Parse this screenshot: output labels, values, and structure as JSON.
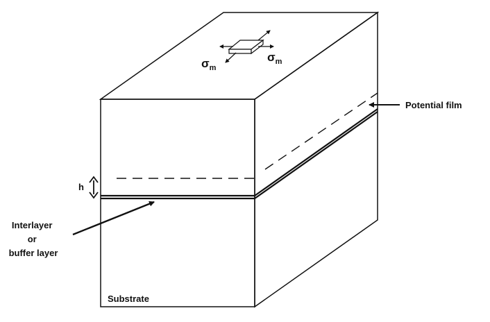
{
  "labels": {
    "potential_film": "Potential film",
    "h": "h",
    "interlayer_line1": "Interlayer",
    "interlayer_line2": "or",
    "interlayer_line3": "buffer layer",
    "substrate": "Substrate",
    "sigma_left": "σ",
    "sigma_left_sub": "m",
    "sigma_right": "σ",
    "sigma_right_sub": "m"
  },
  "colors": {
    "line": "#111111",
    "background": "#ffffff"
  }
}
